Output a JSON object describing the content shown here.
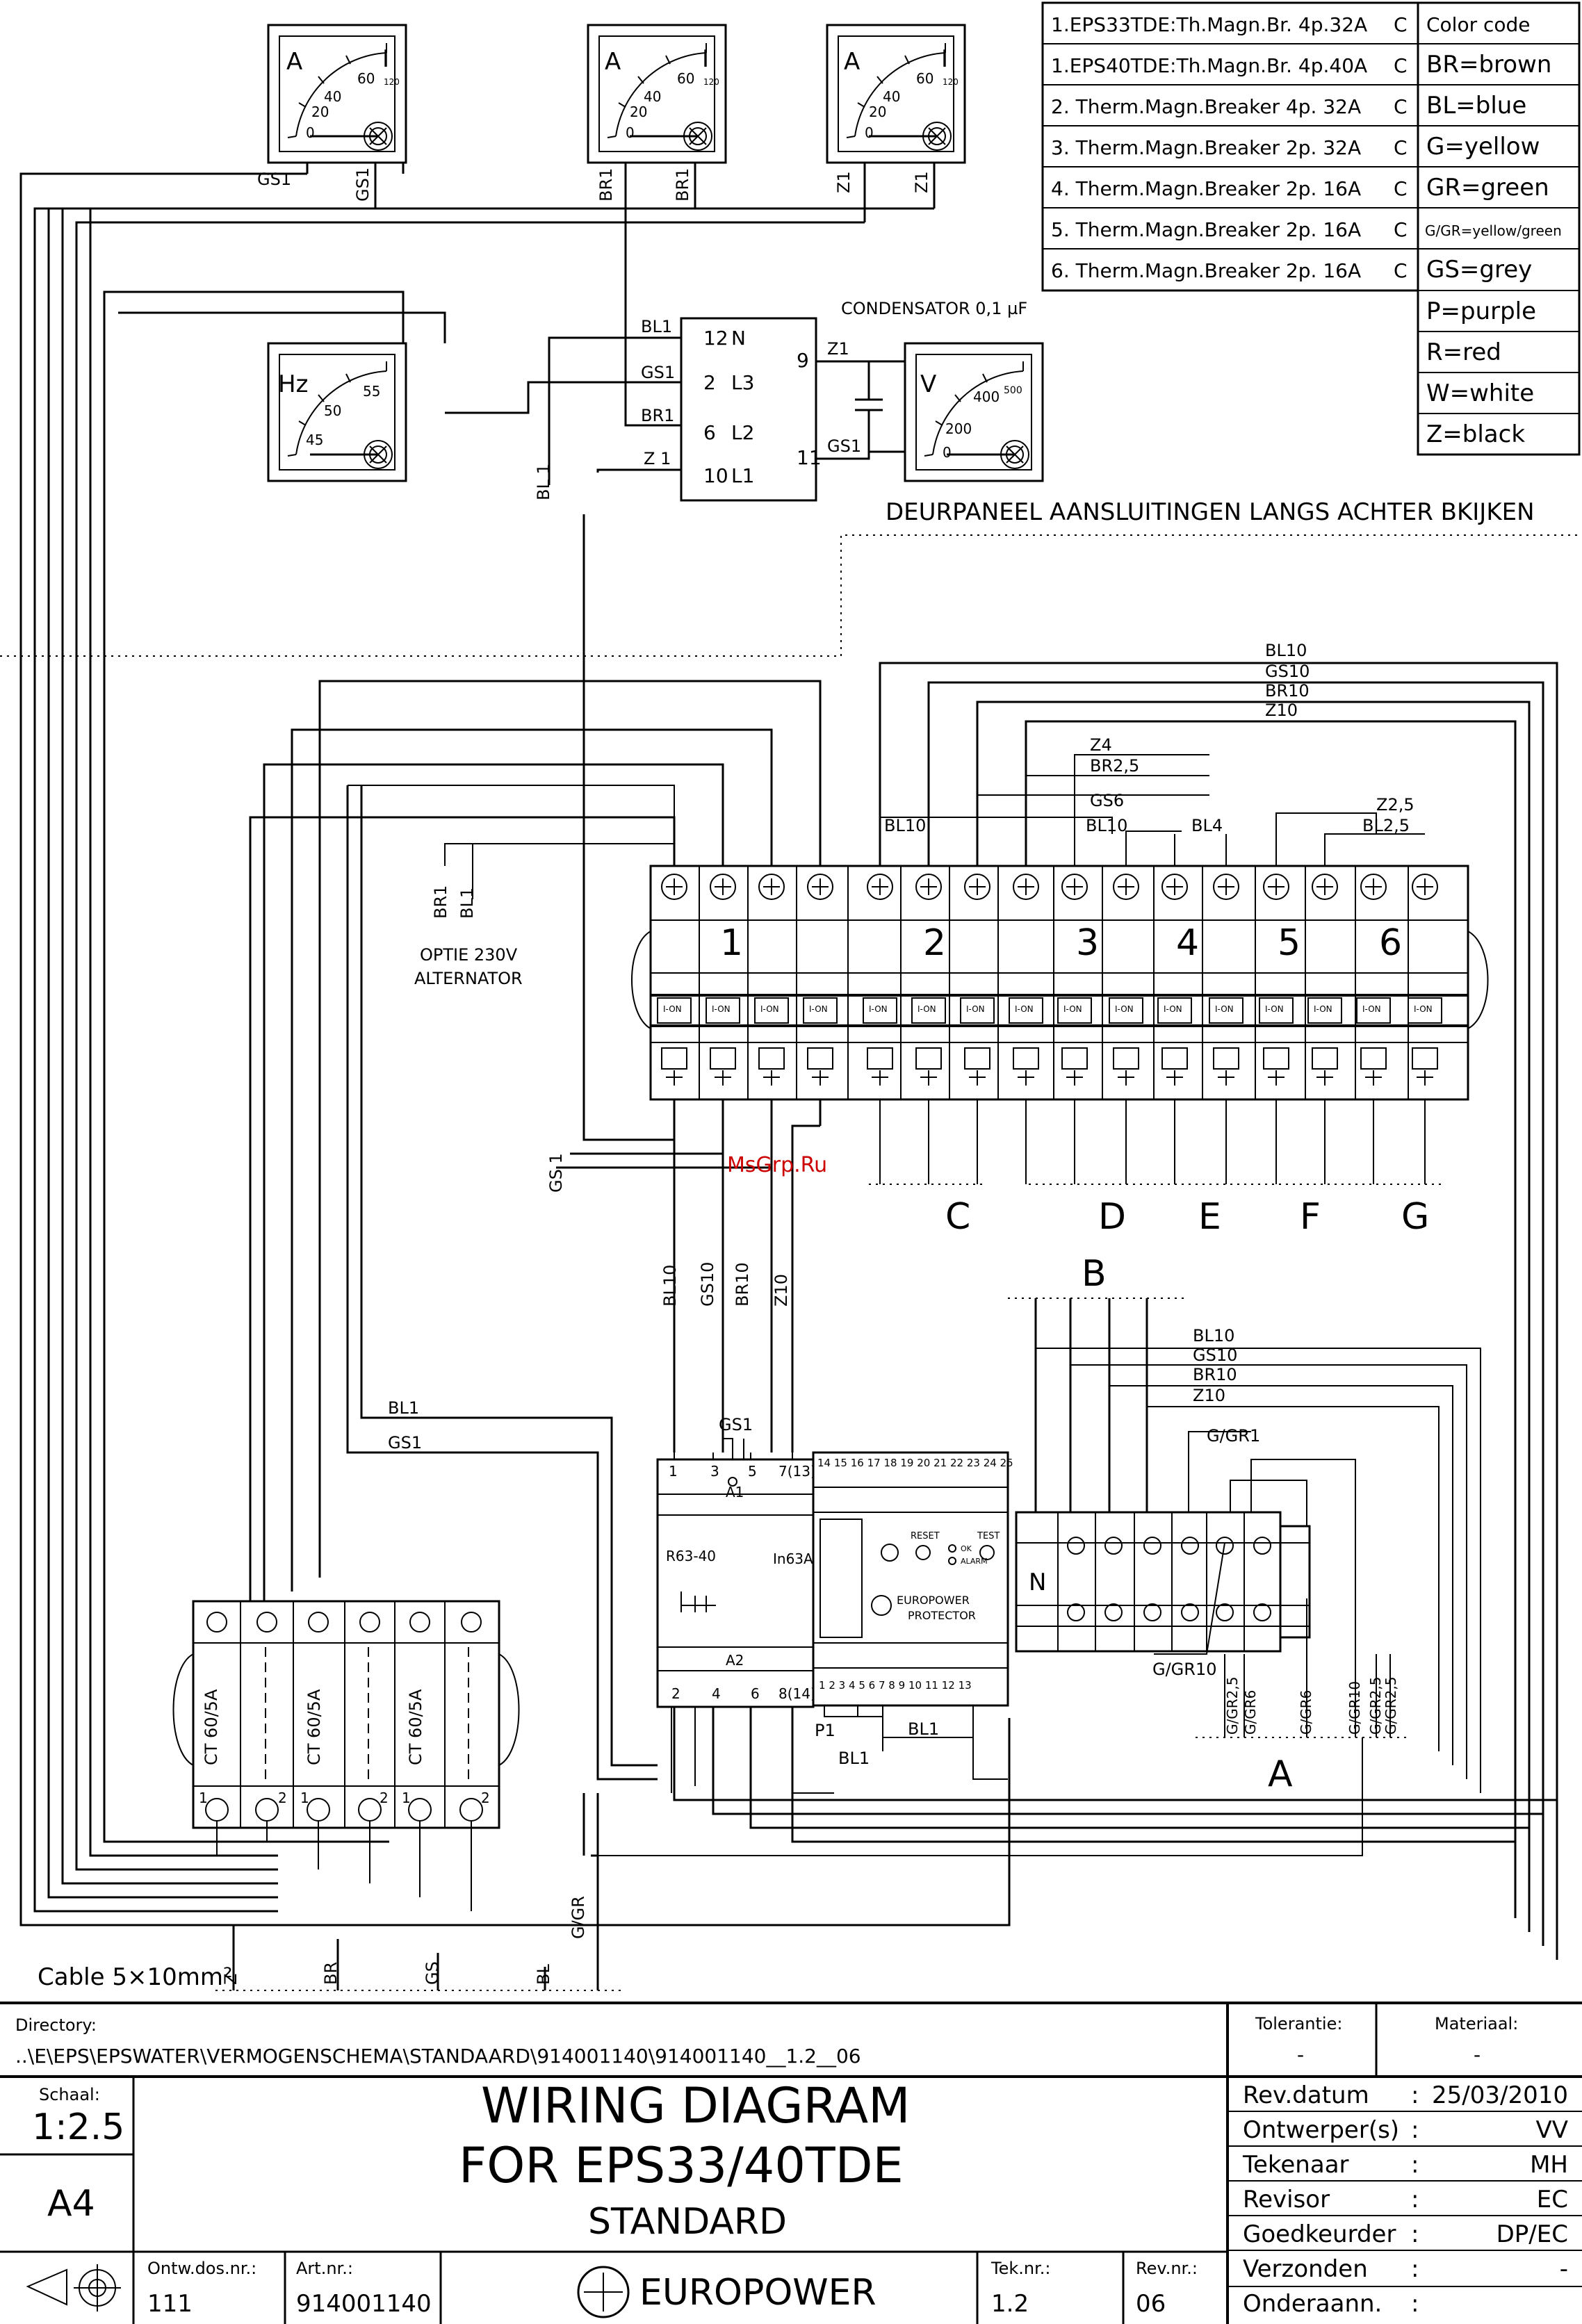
{
  "legend": {
    "breakers": [
      {
        "text": "1.EPS33TDE:Th.Magn.Br. 4p.32A",
        "type": "C"
      },
      {
        "text": "1.EPS40TDE:Th.Magn.Br. 4p.40A",
        "type": "C"
      },
      {
        "text": "2. Therm.Magn.Breaker 4p. 32A",
        "type": "C"
      },
      {
        "text": "3. Therm.Magn.Breaker 2p. 32A",
        "type": "C"
      },
      {
        "text": "4. Therm.Magn.Breaker 2p. 16A",
        "type": "C"
      },
      {
        "text": "5. Therm.Magn.Breaker 2p. 16A",
        "type": "C"
      },
      {
        "text": "6. Therm.Magn.Breaker 2p. 16A",
        "type": "C"
      }
    ],
    "color_code_title": "Color code",
    "colors": [
      "BR=brown",
      "BL=blue",
      "G=yellow",
      "GR=green",
      "G/GR=yellow/green",
      "GS=grey",
      "P=purple",
      "R=red",
      "W=white",
      "Z=black"
    ]
  },
  "meters": {
    "ammeter": {
      "unit": "A",
      "ticks": [
        "0",
        "20",
        "40",
        "60",
        "I",
        "120"
      ]
    },
    "ammeter_labels": [
      [
        "GS1",
        "GS1"
      ],
      [
        "BR1",
        "BR1"
      ],
      [
        "Z1",
        "Z1"
      ]
    ],
    "hz": {
      "unit": "Hz",
      "ticks": [
        "45",
        "50",
        "55"
      ]
    },
    "volt": {
      "unit": "V",
      "ticks": [
        "0",
        "200",
        "400",
        "500"
      ]
    }
  },
  "relay": {
    "pins_left": [
      "12",
      "2",
      "6",
      "10"
    ],
    "pins_left_names": [
      "N",
      "L3",
      "L2",
      "L1"
    ],
    "pins_right": [
      "9",
      "11"
    ],
    "wires_in": [
      "BL1",
      "GS1",
      "BR1",
      "Z 1"
    ],
    "wires_out": [
      "Z1",
      "GS1"
    ],
    "condensator": "CONDENSATOR 0,1 µF"
  },
  "labels": {
    "door_panel": "DEURPANEEL AANSLUITINGEN LANGS ACHTER BKIJKEN",
    "option": [
      "OPTIE 230V",
      "ALTERNATOR"
    ],
    "bl1_vertical": "BL 1",
    "gs1_vertical": "GS 1",
    "br1_v": "BR1",
    "bl1_v": "BL1",
    "watermark": "MsGrp.Ru",
    "bus_top": [
      "BL10",
      "GS10",
      "BR10",
      "Z10"
    ],
    "bus_mid": [
      "Z4",
      "BR2,5",
      "GS6",
      "BL10",
      "BL4",
      "Z2,5",
      "BL2,5"
    ],
    "bus_bl10": "BL10",
    "breaker_nums": [
      "1",
      "2",
      "3",
      "4",
      "5",
      "6"
    ],
    "switch_on": "I-ON",
    "outputs": [
      "C",
      "D",
      "E",
      "F",
      "G"
    ],
    "mid_vertical": [
      "BL10",
      "GS10",
      "BR10",
      "Z10"
    ],
    "b_label": "B",
    "b_bus": [
      "BL10",
      "GS10",
      "BR10",
      "Z10"
    ],
    "ggr1": "G/GR1",
    "ggr10": "G/GR10",
    "a_label": "A",
    "a_verticals": [
      "G/GR2,5",
      "G/GR6",
      "G/GR6",
      "G/GR10",
      "G/GR2,5",
      "G/GR2,5"
    ],
    "bl1_horiz": "BL1",
    "gs1_horiz": "GS1",
    "ct": [
      "CT 60/5A",
      "CT 60/5A",
      "CT 60/5A"
    ],
    "ct_pins": [
      "1",
      "2",
      "1",
      "2",
      "1",
      "2"
    ],
    "rcd": {
      "pins_top": [
        "1",
        "3",
        "5",
        "7(13)"
      ],
      "pins_bot": [
        "2",
        "4",
        "6",
        "8(14)"
      ],
      "model": "R63-40",
      "rating": "In63A",
      "a1": "A1",
      "a2": "A2",
      "gs1": "GS1"
    },
    "protector": {
      "pins_top": [
        "14",
        "15",
        "16",
        "17",
        "18",
        "19",
        "20",
        "21",
        "22",
        "23",
        "24",
        "25"
      ],
      "pins_bot": [
        "1",
        "2",
        "3",
        "4",
        "5",
        "6",
        "7",
        "8",
        "9",
        "10",
        "11",
        "12",
        "13"
      ],
      "reset": "RESET",
      "test": "TEST",
      "ok": "OK",
      "alarm": "ALARM",
      "brand": "EUROPOWER",
      "name": "PROTECTOR",
      "p1": "P1",
      "bl1a": "BL1",
      "bl1b": "BL1"
    },
    "n_label": "N",
    "cable": "Cable 5×10mm²",
    "cable_wires": [
      "Z",
      "BR",
      "GS",
      "BL",
      "G/GR"
    ]
  },
  "titleblock": {
    "directory_label": "Directory:",
    "directory": "..\\E\\EPS\\EPSWATER\\VERMOGENSCHEMA\\STANDAARD\\914001140\\914001140__1.2__06",
    "tolerantie_label": "Tolerantie:",
    "tolerantie": "-",
    "materiaal_label": "Materiaal:",
    "materiaal": "-",
    "schaal_label": "Schaal:",
    "schaal": "1:2.5",
    "format": "A4",
    "title1": "WIRING DIAGRAM",
    "title2": "FOR EPS33/40TDE",
    "subtitle": "STANDARD",
    "ontw_label": "Ontw.dos.nr.:",
    "ontw": "111",
    "art_label": "Art.nr.:",
    "art": "914001140",
    "brand": "EUROPOWER",
    "tek_label": "Tek.nr.:",
    "tek": "1.2",
    "rev_label": "Rev.nr.:",
    "rev": "06",
    "info": [
      {
        "k": "Rev.datum",
        "sep": ":",
        "v": "25/03/2010"
      },
      {
        "k": "Ontwerper(s)",
        "sep": ":",
        "v": "VV"
      },
      {
        "k": "Tekenaar",
        "sep": ":",
        "v": "MH"
      },
      {
        "k": "Revisor",
        "sep": ":",
        "v": "EC"
      },
      {
        "k": "Goedkeurder",
        "sep": ":",
        "v": "DP/EC"
      },
      {
        "k": "Verzonden",
        "sep": ":",
        "v": "-"
      },
      {
        "k": "Onderaann.",
        "sep": ":",
        "v": ""
      }
    ]
  }
}
